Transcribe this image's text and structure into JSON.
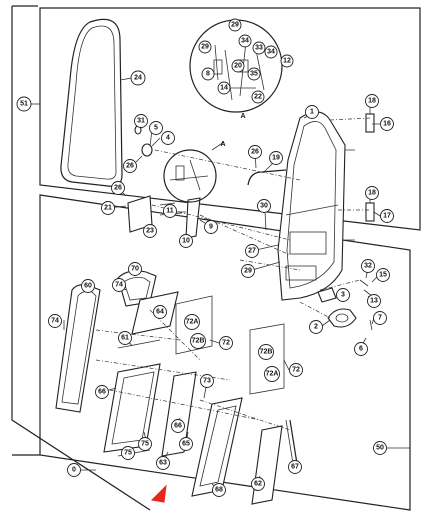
{
  "callouts": {
    "c51": "51",
    "c24": "24",
    "c1": "1",
    "c18a": "18",
    "c16": "16",
    "c31": "31",
    "c5": "5",
    "c4": "4",
    "c26a": "26",
    "cA1": "A",
    "c29a": "29",
    "c34a": "34",
    "c33": "33",
    "c8": "8",
    "c20": "20",
    "c35": "35",
    "c34b": "34",
    "c12": "12",
    "c14": "14",
    "c22": "22",
    "cA2": "A",
    "c26b": "26",
    "c19": "19",
    "c26c": "26",
    "c21": "21",
    "c23": "23",
    "c11": "11",
    "c10": "10",
    "c9": "9",
    "c30": "30",
    "c18b": "18",
    "c17": "17",
    "c27": "27",
    "c29b": "29",
    "c32": "32",
    "c15": "15",
    "c3": "3",
    "c13": "13",
    "c7": "7",
    "c2": "2",
    "c6": "6",
    "c70": "70",
    "c60": "60",
    "c74a": "74",
    "c64": "64",
    "c74b": "74",
    "c61": "61",
    "c72Aa": "72A",
    "c72Ba": "72B",
    "c72a": "72",
    "c72Bb": "72B",
    "c72Ab": "72A",
    "c72b": "72",
    "c73": "73",
    "c66": "66",
    "c66b": "66",
    "c65": "65",
    "c75a": "75",
    "c75b": "75",
    "c63": "63",
    "c68": "68",
    "c62": "62",
    "c67": "67",
    "c50": "50",
    "c0": "0"
  },
  "colors": {
    "arrow": "#e8261c",
    "ink": "#222222"
  }
}
